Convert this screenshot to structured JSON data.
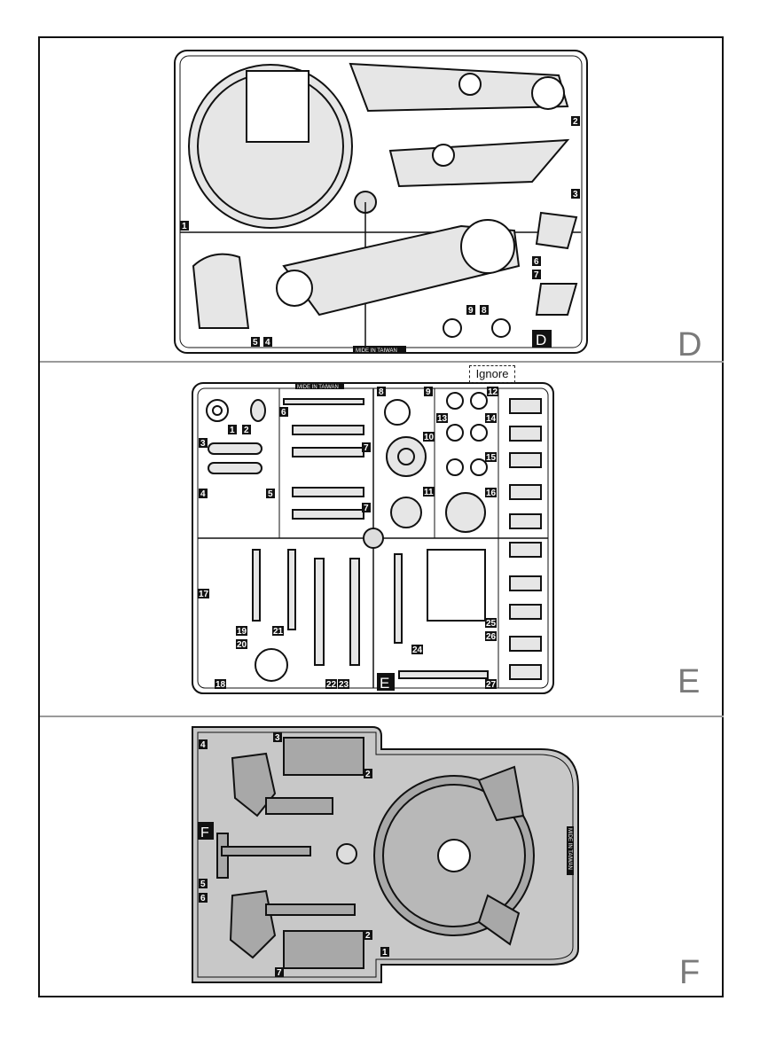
{
  "sections": [
    {
      "letter": "D",
      "sprue_letter": "D",
      "stamp": "MIDE IN TAIWAN",
      "part_numbers": [
        "1",
        "2",
        "3",
        "4",
        "5",
        "6",
        "7",
        "8",
        "9"
      ]
    },
    {
      "letter": "E",
      "sprue_letter": "E",
      "stamp": "MIDE IN TAIWAN",
      "ignore_label": "Ignore",
      "part_numbers": [
        "1",
        "2",
        "3",
        "4",
        "5",
        "6",
        "7",
        "7",
        "8",
        "9",
        "10",
        "11",
        "12",
        "13",
        "14",
        "15",
        "16",
        "17",
        "18",
        "19",
        "20",
        "21",
        "22",
        "23",
        "24",
        "25",
        "26",
        "27"
      ]
    },
    {
      "letter": "F",
      "sprue_letter": "F",
      "stamp": "MIDE IN TAIWAN",
      "part_numbers": [
        "1",
        "2",
        "2",
        "3",
        "4",
        "5",
        "6",
        "7"
      ]
    }
  ],
  "colors": {
    "border": "#111111",
    "divider": "#9a9a9a",
    "letter": "#7a7a7a",
    "sprue_f_fill": "#c8c8c8"
  }
}
